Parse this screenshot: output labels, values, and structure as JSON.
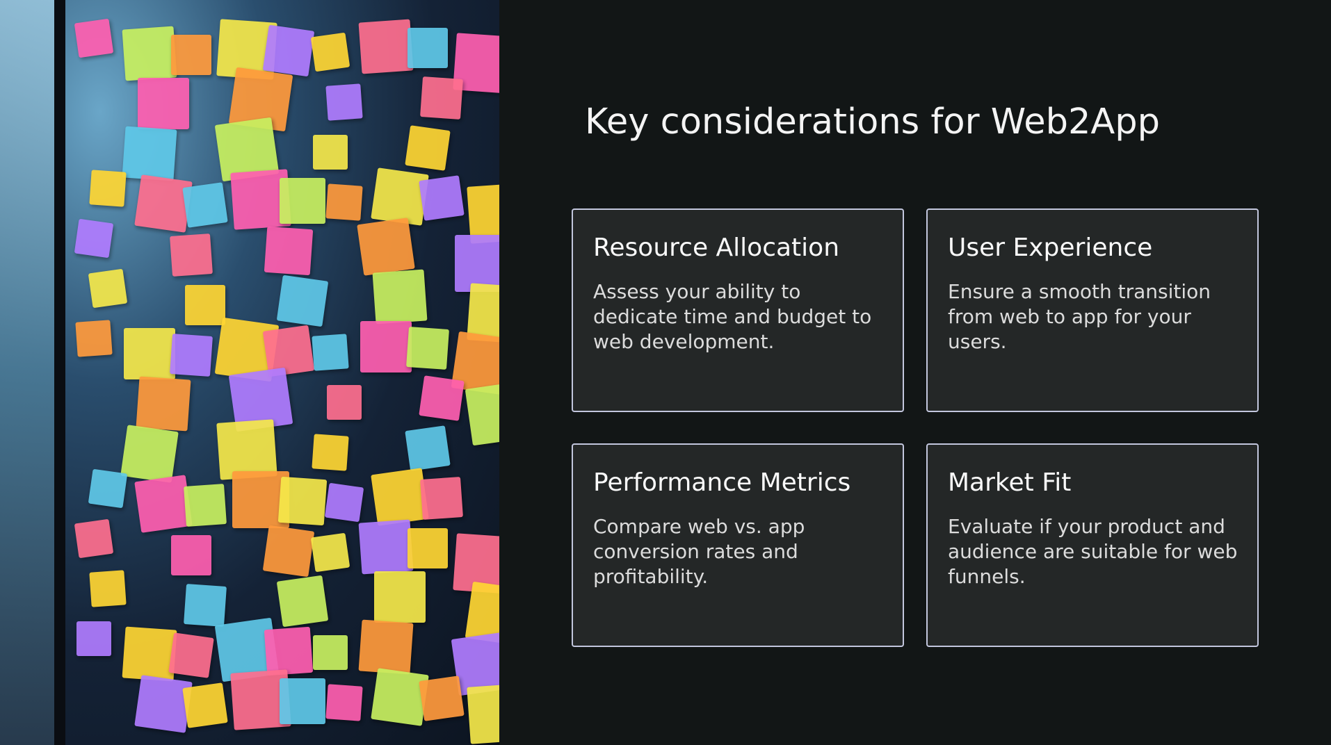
{
  "title": "Key considerations for Web2App",
  "cards": [
    {
      "heading": "Resource Allocation",
      "body": "Assess your ability to dedicate time and budget to web development."
    },
    {
      "heading": "User Experience",
      "body": "Ensure a smooth transition from web to app for your users."
    },
    {
      "heading": "Performance Metrics",
      "body": "Compare web vs. app conversion rates and profitability."
    },
    {
      "heading": "Market Fit",
      "body": "Evaluate if your product and audience are suitable for web funnels."
    }
  ],
  "colors": {
    "background": "#121616",
    "card": "#242727",
    "card_border": "#c3c7de"
  }
}
